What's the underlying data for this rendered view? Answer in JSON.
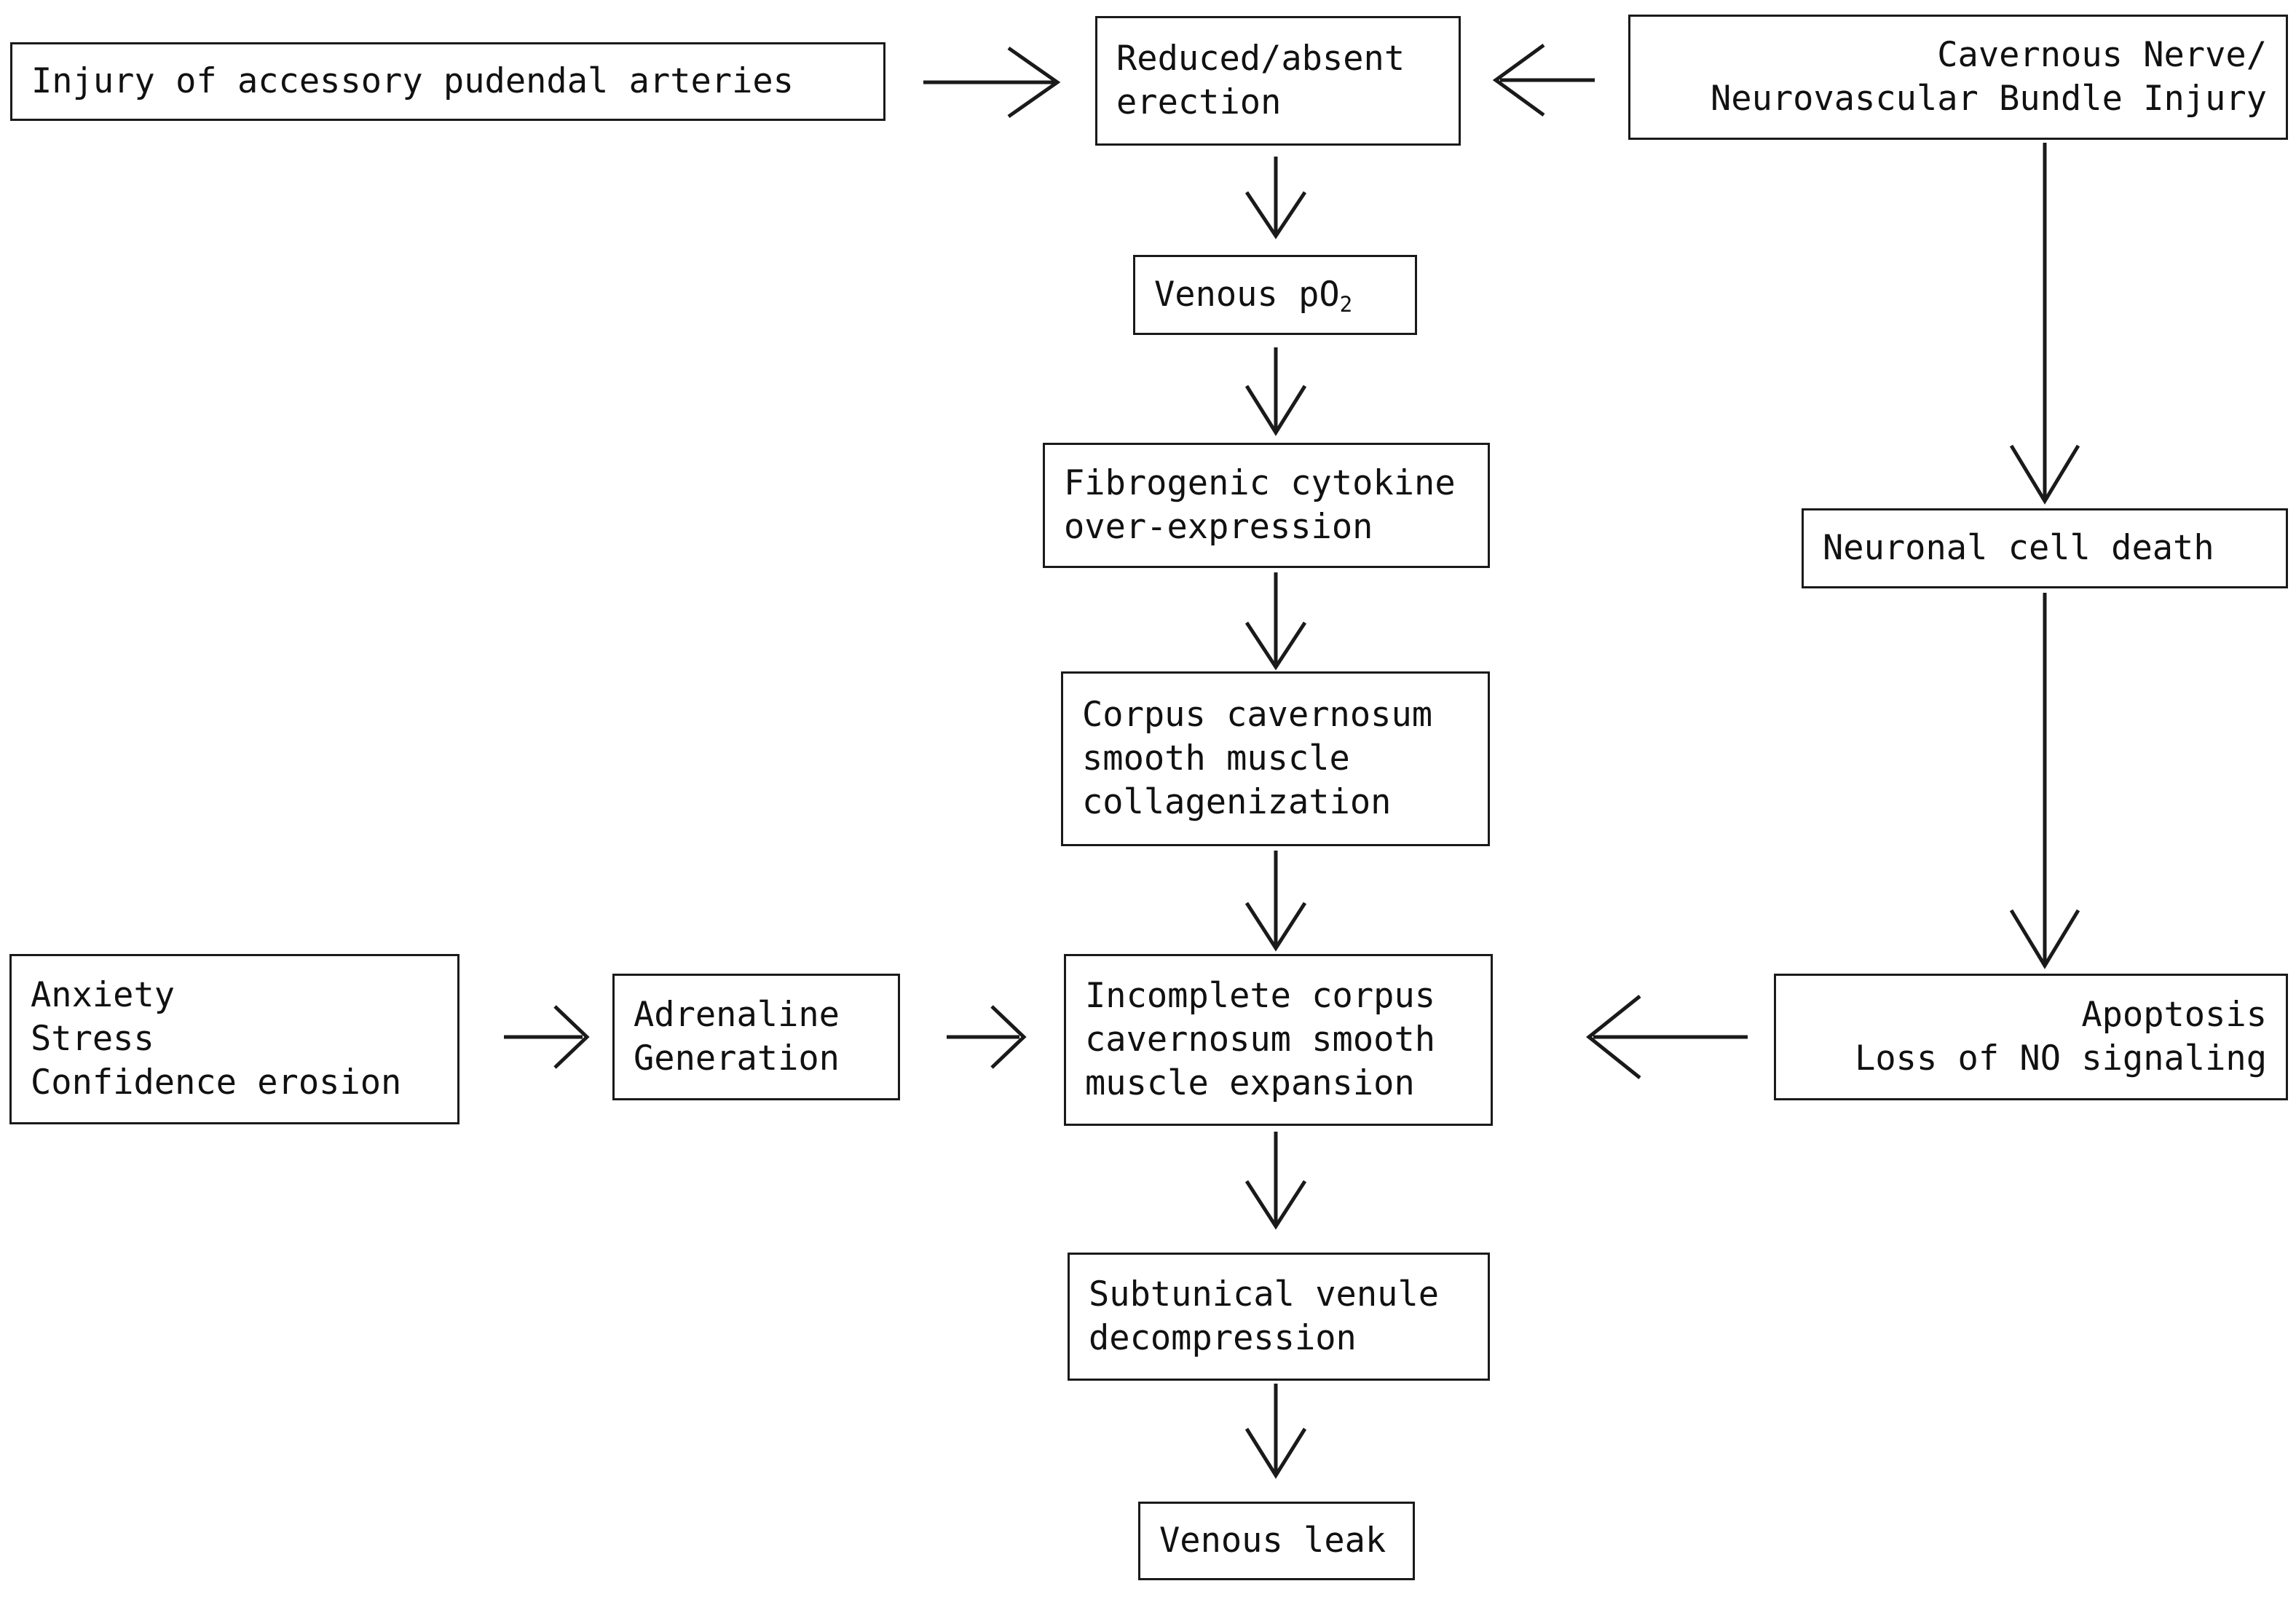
{
  "diagram": {
    "type": "flowchart",
    "title": "",
    "background_color": "#ffffff",
    "stroke_color": "#1a1a1a",
    "nodes": [
      {
        "id": "injury-accessory-pudendal-arteries",
        "label": "Injury of accessory pudendal arteries",
        "align": "left"
      },
      {
        "id": "reduced-absent-erection",
        "label": "Reduced/absent\nerection",
        "align": "left"
      },
      {
        "id": "cavernous-nerve-injury",
        "label": "Cavernous Nerve/\nNeurovascular Bundle Injury",
        "align": "right"
      },
      {
        "id": "venous-po2",
        "label_pre": "Venous pO",
        "label_sub": "2",
        "align": "left"
      },
      {
        "id": "neuronal-cell-death",
        "label": "Neuronal cell death",
        "align": "left"
      },
      {
        "id": "fibrogenic-cytokine-over-expression",
        "label": "Fibrogenic cytokine\nover-expression",
        "align": "left"
      },
      {
        "id": "corpus-cavernosum-collagenization",
        "label": "Corpus cavernosum\nsmooth muscle\ncollagenization",
        "align": "left"
      },
      {
        "id": "anxiety-stress-confidence",
        "label": "Anxiety\nStress\nConfidence erosion",
        "align": "left"
      },
      {
        "id": "adrenaline-generation",
        "label": "Adrenaline\nGeneration",
        "align": "left"
      },
      {
        "id": "incomplete-corpus-cavernosum-expansion",
        "label": "Incomplete corpus\ncavernosum smooth\nmuscle expansion",
        "align": "left"
      },
      {
        "id": "apoptosis-loss-no-signaling",
        "label": "Apoptosis\nLoss of NO signaling",
        "align": "right"
      },
      {
        "id": "subtunical-venule-decompression",
        "label": "Subtunical venule\ndecompression",
        "align": "left"
      },
      {
        "id": "venous-leak",
        "label": "Venous leak",
        "align": "left"
      }
    ],
    "edges": [
      {
        "from": "injury-accessory-pudendal-arteries",
        "to": "reduced-absent-erection",
        "direction": "right"
      },
      {
        "from": "cavernous-nerve-injury",
        "to": "reduced-absent-erection",
        "direction": "left"
      },
      {
        "from": "reduced-absent-erection",
        "to": "venous-po2",
        "direction": "down"
      },
      {
        "from": "venous-po2",
        "to": "fibrogenic-cytokine-over-expression",
        "direction": "down"
      },
      {
        "from": "fibrogenic-cytokine-over-expression",
        "to": "corpus-cavernosum-collagenization",
        "direction": "down"
      },
      {
        "from": "corpus-cavernosum-collagenization",
        "to": "incomplete-corpus-cavernosum-expansion",
        "direction": "down"
      },
      {
        "from": "cavernous-nerve-injury",
        "to": "neuronal-cell-death",
        "direction": "down"
      },
      {
        "from": "neuronal-cell-death",
        "to": "apoptosis-loss-no-signaling",
        "direction": "down"
      },
      {
        "from": "apoptosis-loss-no-signaling",
        "to": "incomplete-corpus-cavernosum-expansion",
        "direction": "left"
      },
      {
        "from": "anxiety-stress-confidence",
        "to": "adrenaline-generation",
        "direction": "right"
      },
      {
        "from": "adrenaline-generation",
        "to": "incomplete-corpus-cavernosum-expansion",
        "direction": "right"
      },
      {
        "from": "incomplete-corpus-cavernosum-expansion",
        "to": "subtunical-venule-decompression",
        "direction": "down"
      },
      {
        "from": "subtunical-venule-decompression",
        "to": "venous-leak",
        "direction": "down"
      }
    ]
  }
}
